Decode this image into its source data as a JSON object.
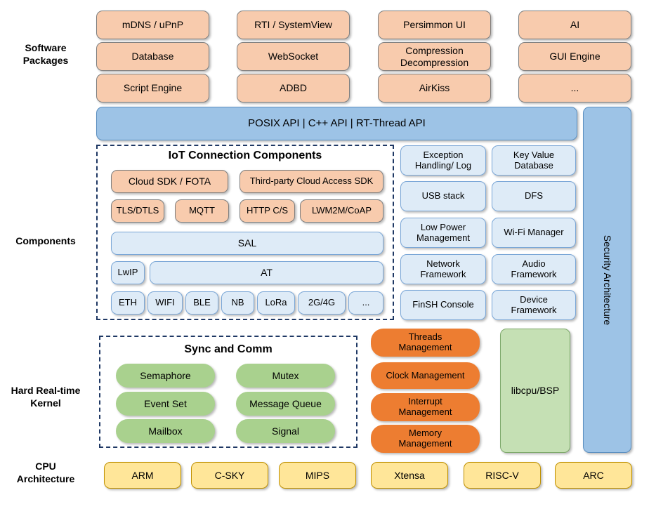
{
  "rows": {
    "software_packages": "Software\nPackages",
    "components": "Components",
    "kernel": "Hard Real-time\nKernel",
    "cpu": "CPU\nArchitecture"
  },
  "software_packages": {
    "grid": [
      [
        "mDNS / uPnP",
        "RTI / SystemView",
        "Persimmon UI",
        "AI"
      ],
      [
        "Database",
        "WebSocket",
        "Compression\nDecompression",
        "GUI Engine"
      ],
      [
        "Script Engine",
        "ADBD",
        "AirKiss",
        "..."
      ]
    ]
  },
  "api_bar": {
    "label": "POSIX API  |  C++ API  |  RT-Thread API"
  },
  "security_bar": {
    "label": "Security Architecture"
  },
  "iot_group": {
    "title": "IoT Connection Components",
    "cloud_row": [
      "Cloud SDK / FOTA",
      "Third-party Cloud Access SDK"
    ],
    "protocol_row": [
      "TLS/DTLS",
      "MQTT",
      "HTTP C/S",
      "LWM2M/CoAP"
    ],
    "sal": "SAL",
    "lwip": "LwIP",
    "at": "AT",
    "links": [
      "ETH",
      "WIFI",
      "BLE",
      "NB",
      "LoRa",
      "2G/4G",
      "..."
    ]
  },
  "components_column": {
    "left": [
      "Exception\nHandling/ Log",
      "USB stack",
      "Low Power\nManagement",
      "Network\nFramework",
      "FinSH Console"
    ],
    "right": [
      "Key Value\nDatabase",
      "DFS",
      "Wi-Fi Manager",
      "Audio\nFramework",
      "Device\nFramework"
    ]
  },
  "sync_group": {
    "title": "Sync and Comm",
    "left": [
      "Semaphore",
      "Event Set",
      "Mailbox"
    ],
    "right": [
      "Mutex",
      "Message Queue",
      "Signal"
    ]
  },
  "kernel_management": [
    "Threads\nManagement",
    "Clock Management",
    "Interrupt\nManagement",
    "Memory\nManagement"
  ],
  "libcpu": {
    "label": "libcpu/BSP"
  },
  "cpu_architectures": [
    "ARM",
    "C-SKY",
    "MIPS",
    "Xtensa",
    "RISC-V",
    "ARC"
  ],
  "colors": {
    "peach": "#F8CBAD",
    "blue": "#9DC3E6",
    "light_blue": "#DEEBF7",
    "green": "#A9D18E",
    "light_green": "#C5E0B4",
    "orange": "#ED7D31",
    "yellow": "#FFE699",
    "dash_border": "#1F3864"
  }
}
